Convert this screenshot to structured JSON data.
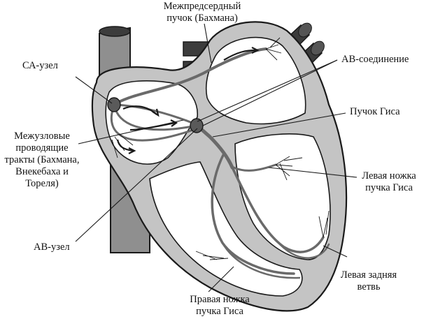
{
  "labels": {
    "bachmann": [
      "Межпредсердный",
      "пучок (Бахмана)"
    ],
    "sa_node": "СА-узел",
    "av_junction": "АВ-соединение",
    "his_bundle": "Пучок Гиса",
    "internodal": [
      "Межузловые",
      "проводящие",
      "тракты (Бахмана,",
      "Внекебаха и",
      "Тореля)"
    ],
    "left_bundle": [
      "Левая ножка",
      "пучка Гиса"
    ],
    "av_node": "АВ-узел",
    "right_bundle": [
      "Правая ножка",
      "пучка Гиса"
    ],
    "left_posterior": [
      "Левая задняя",
      "ветвь"
    ]
  },
  "colors": {
    "wall": "#c4c4c4",
    "vessel": "#8f8f8f",
    "vessel_dark": "#3c3c3c",
    "chamber": "#ffffff",
    "node": "#5a5a5a",
    "conduction": "#6a6a6a",
    "outline": "#1a1a1a"
  }
}
